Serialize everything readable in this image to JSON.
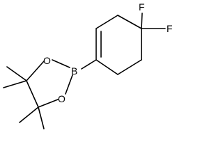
{
  "structure": {
    "atoms": {
      "fluorine_1": "F",
      "fluorine_2": "F",
      "boron": "B",
      "oxygen_top": "O",
      "oxygen_bottom": "O"
    }
  }
}
